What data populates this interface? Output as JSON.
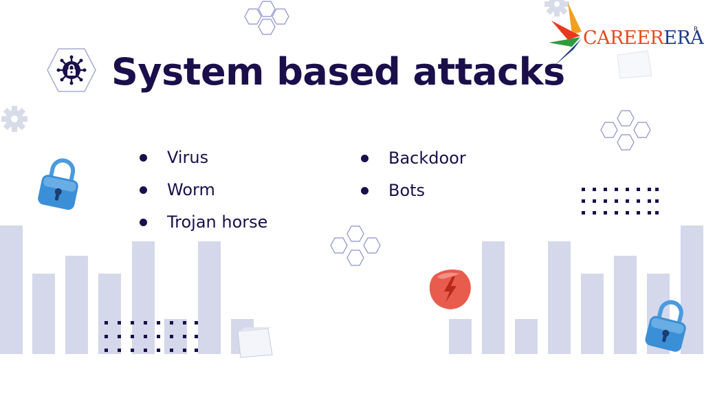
{
  "slide": {
    "title": "System based attacks",
    "left_list": [
      "Virus",
      "Worm",
      "Trojan horse"
    ],
    "right_list": [
      "Backdoor",
      "Bots"
    ]
  },
  "logo": {
    "text_part1": "CAREER",
    "text_part2": "ERA",
    "registered_mark": "R",
    "color_part1": "#e8491e",
    "color_part2": "#1e3a8a"
  },
  "colors": {
    "title": "#1a0f4a",
    "bars": "#d4d8ea",
    "dots": "#1a0f4a",
    "lock": "#3b8fd6",
    "badge": "#e85c4d"
  },
  "icons": {
    "title_icon": "virus-lock-icon",
    "decor": [
      "padlock-icon",
      "lightning-badge-icon",
      "gear-icon",
      "hexagon-cluster-icon"
    ]
  }
}
